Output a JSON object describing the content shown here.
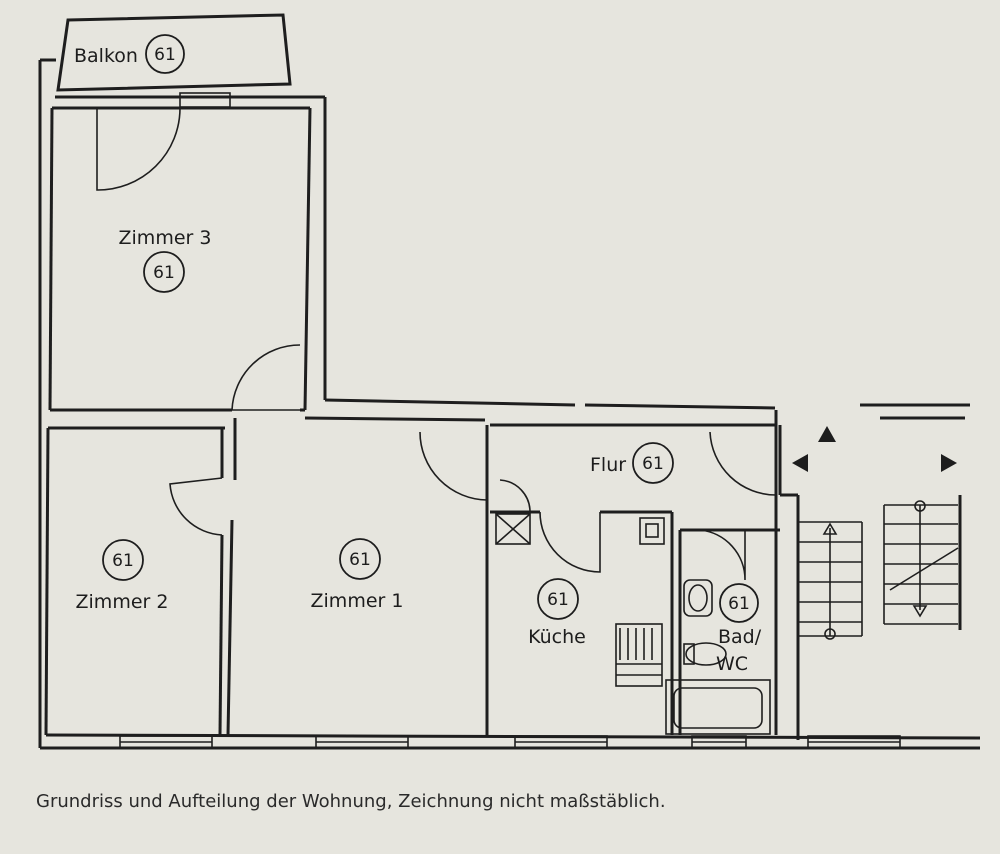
{
  "rooms": {
    "balkon": {
      "label": "Balkon",
      "number": "61"
    },
    "zimmer3": {
      "label": "Zimmer 3",
      "number": "61"
    },
    "zimmer2": {
      "label": "Zimmer 2",
      "number": "61"
    },
    "zimmer1": {
      "label": "Zimmer 1",
      "number": "61"
    },
    "flur": {
      "label": "Flur",
      "number": "61"
    },
    "kueche": {
      "label": "Küche",
      "number": "61"
    },
    "bad": {
      "label_line1": "Bad/",
      "label_line2": "WC",
      "number": "61"
    }
  },
  "caption": "Grundriss und Aufteilung der Wohnung, Zeichnung nicht maßstäblich."
}
